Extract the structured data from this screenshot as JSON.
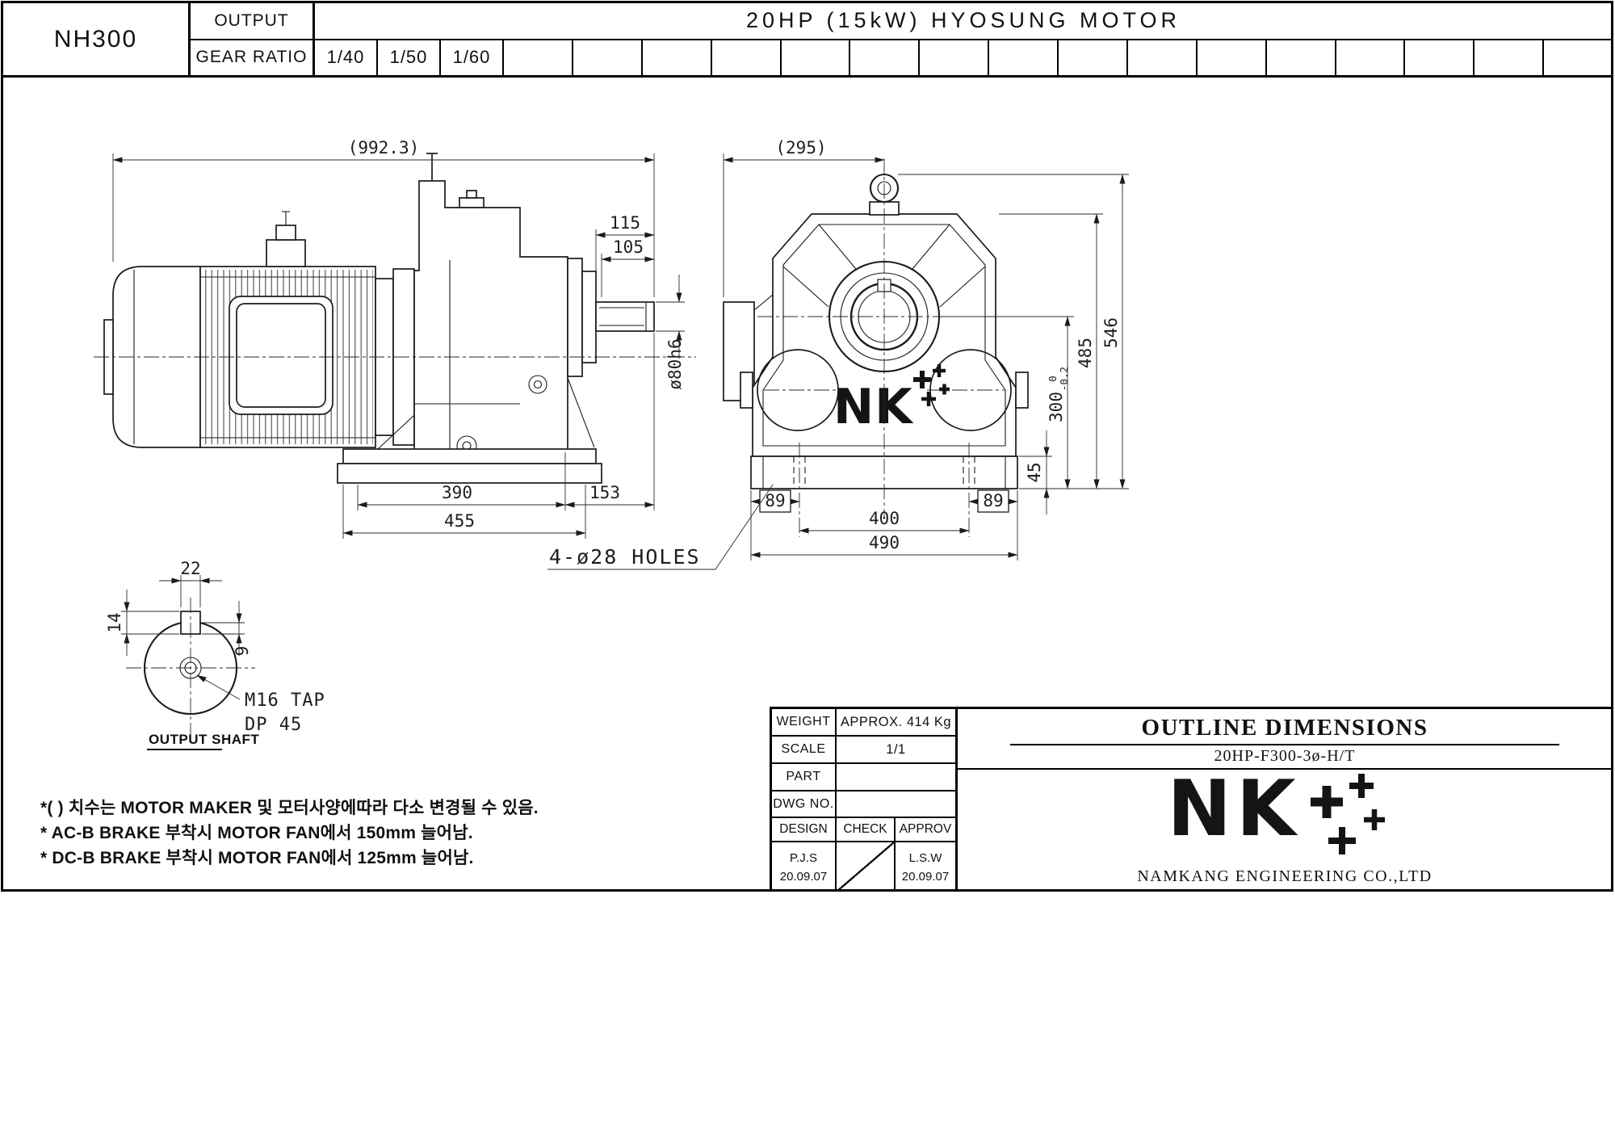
{
  "header": {
    "model": "NH300",
    "output_label": "OUTPUT",
    "gear_ratio_label": "GEAR RATIO",
    "motor_spec": "20HP (15kW) HYOSUNG MOTOR",
    "ratios": [
      "1/40",
      "1/50",
      "1/60"
    ]
  },
  "side_view": {
    "dim_overall": "(992.3)",
    "dim_115": "115",
    "dim_105": "105",
    "dim_shaft_dia": "ø80h6",
    "dim_390": "390",
    "dim_153": "153",
    "dim_455": "455"
  },
  "front_view": {
    "dim_overall": "(295)",
    "dim_546": "546",
    "dim_485": "485",
    "dim_300": "300",
    "dim_300_tol_upper": "0",
    "dim_300_tol_lower": "-0.2",
    "dim_45": "45",
    "dim_89_left": "89",
    "dim_89_right": "89",
    "dim_400": "400",
    "dim_490": "490",
    "holes_note": "4-ø28 HOLES",
    "logo_text": "NK"
  },
  "shaft_detail": {
    "dim_22": "22",
    "dim_14": "14",
    "dim_9": "9",
    "tap_note_line1": "M16 TAP",
    "tap_note_line2": "DP 45",
    "caption": "OUTPUT SHAFT"
  },
  "notes": [
    "*(  ) 치수는 MOTOR MAKER 및 모터사양에따라 다소 변경될 수 있음.",
    "* AC-B BRAKE 부착시 MOTOR FAN에서 150mm 늘어남.",
    "* DC-B BRAKE 부착시 MOTOR FAN에서 125mm 늘어남."
  ],
  "title_block": {
    "weight_label": "WEIGHT",
    "weight_value": "APPROX. 414 Kg",
    "scale_label": "SCALE",
    "scale_value": "1/1",
    "part_label": "PART",
    "part_value": "",
    "dwg_no_label": "DWG NO.",
    "dwg_no_value": "",
    "design_label": "DESIGN",
    "check_label": "CHECK",
    "approv_label": "APPROV",
    "design_name": "P.J.S",
    "design_date": "20.09.07",
    "approv_name": "L.S.W",
    "approv_date": "20.09.07",
    "doc_title": "OUTLINE DIMENSIONS",
    "doc_subtitle": "20HP-F300-3ø-H/T",
    "logo_text": "NK",
    "company": "NAMKANG ENGINEERING CO.,LTD"
  }
}
